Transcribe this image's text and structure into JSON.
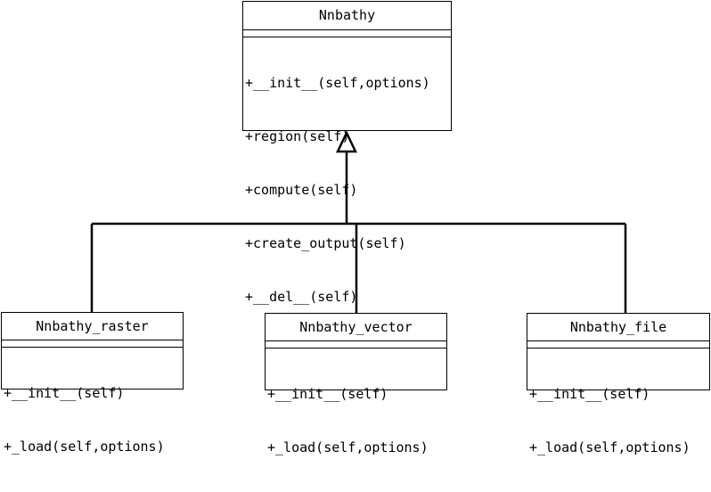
{
  "classes": {
    "parent": {
      "name": "Nnbathy",
      "operations": [
        "+__init__(self,options)",
        "+region(self)",
        "+compute(self)",
        "+create_output(self)",
        "+__del__(self)"
      ]
    },
    "raster": {
      "name": "Nnbathy_raster",
      "operations": [
        "+__init__(self)",
        "+_load(self,options)"
      ]
    },
    "vector": {
      "name": "Nnbathy_vector",
      "operations": [
        "+__init__(self)",
        "+_load(self,options)"
      ]
    },
    "file": {
      "name": "Nnbathy_file",
      "operations": [
        "+__init__(self)",
        "+_load(self,options)"
      ]
    }
  },
  "relationships": [
    {
      "type": "generalization",
      "from": "raster",
      "to": "parent"
    },
    {
      "type": "generalization",
      "from": "vector",
      "to": "parent"
    },
    {
      "type": "generalization",
      "from": "file",
      "to": "parent"
    }
  ]
}
